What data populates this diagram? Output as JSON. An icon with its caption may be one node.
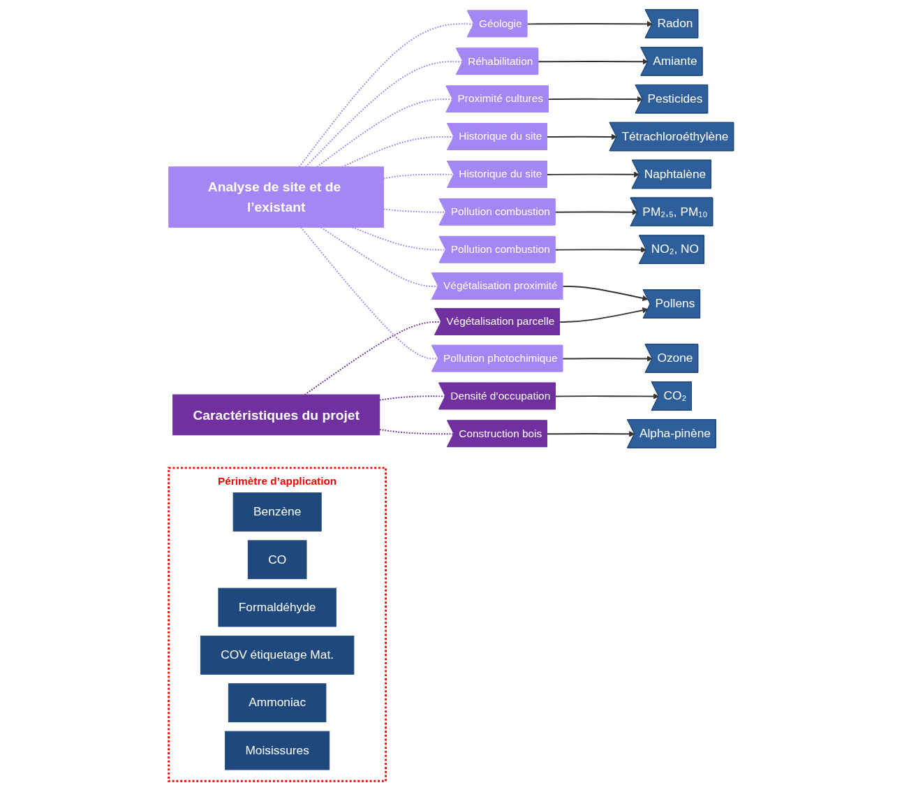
{
  "diagram": {
    "nodes": [
      {
        "text": [
          "Analyse de site et de l’existant"
        ]
      },
      {
        "text": [
          "Périmètre d’application"
        ]
      },
      {
        "text": [
          "Benzène"
        ],
        "in": 1
      },
      {
        "text": [
          "CO"
        ],
        "in": 1
      },
      {
        "text": [
          "Formaldéhyde"
        ],
        "in": 1
      },
      {
        "text": [
          "COV étiquetage Mat."
        ],
        "in": 1
      },
      {
        "text": [
          "Ammoniac"
        ],
        "in": 1
      },
      {
        "text": [
          "Moisissures"
        ],
        "in": 1
      },
      {
        "text": [
          "Caractéristiques du projet"
        ]
      },
      {
        "text": [
          "Géologie"
        ]
      },
      {
        "text": [
          "Réhabilitation"
        ]
      },
      {
        "text": [
          "Densité d’occupation"
        ]
      },
      {
        "text": [
          "Proximité cultures"
        ]
      },
      {
        "text": [
          "Historique du site"
        ]
      },
      {
        "text": [
          "Historique du site"
        ]
      },
      {
        "text": [
          "Construction bois"
        ]
      },
      {
        "text": [
          "Végétalisation parcelle"
        ]
      },
      {
        "text": [
          "Végétalisation proximité"
        ]
      },
      {
        "text": [
          "Pollution combustion"
        ]
      },
      {
        "text": [
          "Pollution combustion"
        ]
      },
      {
        "text": [
          "Pollution photochimique"
        ]
      },
      {
        "text": [
          "Radon"
        ]
      },
      {
        "text": [
          "Amiante"
        ]
      },
      {
        "text": [
          "CO₂"
        ]
      },
      {
        "text": [
          "Pesticides"
        ]
      },
      {
        "text": [
          "Tétrachloroéthylène"
        ]
      },
      {
        "text": [
          "Naphtalène"
        ]
      },
      {
        "text": [
          "Alpha-pinène"
        ]
      },
      {
        "text": [
          "Pollens"
        ]
      },
      {
        "text": [
          "PM₂,₅, PM₁₀"
        ]
      },
      {
        "text": [
          "NO₂, NO"
        ]
      },
      {
        "text": [
          "Ozone"
        ]
      }
    ],
    "edges": [
      {
        "from": 0,
        "to": 9,
        "arrow": "none",
        "style": "dashed",
        "color": "#a586f5"
      },
      {
        "from": 0,
        "to": 10,
        "arrow": "none",
        "style": "dashed",
        "color": "#a586f5"
      },
      {
        "from": 8,
        "to": 11,
        "arrow": "none",
        "style": "dashed",
        "color": "#7030a0"
      },
      {
        "from": 0,
        "to": 12,
        "arrow": "none",
        "style": "dashed",
        "color": "#a586f5"
      },
      {
        "from": 0,
        "to": 13,
        "arrow": "none",
        "style": "dashed",
        "color": "#a586f5"
      },
      {
        "from": 0,
        "to": 14,
        "arrow": "none",
        "style": "dashed",
        "color": "#a586f5"
      },
      {
        "from": 8,
        "to": 15,
        "arrow": "none",
        "style": "dashed",
        "color": "#7030a0"
      },
      {
        "from": 8,
        "to": 16,
        "arrow": "none",
        "style": "dashed",
        "color": "#7030a0"
      },
      {
        "from": 0,
        "to": 17,
        "arrow": "none",
        "style": "dashed",
        "color": "#a586f5"
      },
      {
        "from": 0,
        "to": 18,
        "arrow": "none",
        "style": "dashed",
        "color": "#a586f5"
      },
      {
        "from": 0,
        "to": 19,
        "arrow": "none",
        "style": "dashed",
        "color": "#a586f5"
      },
      {
        "from": 0,
        "to": 20,
        "arrow": "none",
        "style": "dashed",
        "color": "#a586f5"
      },
      {
        "from": 9,
        "to": 21,
        "arrow": "to"
      },
      {
        "from": 10,
        "to": 22,
        "arrow": "to"
      },
      {
        "from": 11,
        "to": 23,
        "arrow": "to"
      },
      {
        "from": 12,
        "to": 24,
        "arrow": "to"
      },
      {
        "from": 13,
        "to": 25,
        "arrow": "to"
      },
      {
        "from": 14,
        "to": 26,
        "arrow": "to"
      },
      {
        "from": 15,
        "to": 27,
        "arrow": "to"
      },
      {
        "from": 16,
        "to": 28,
        "arrow": "to"
      },
      {
        "from": 17,
        "to": 28,
        "arrow": "to"
      },
      {
        "from": 18,
        "to": 29,
        "arrow": "to"
      },
      {
        "from": 19,
        "to": 30,
        "arrow": "to"
      },
      {
        "from": 20,
        "to": 31,
        "arrow": "to"
      }
    ]
  }
}
